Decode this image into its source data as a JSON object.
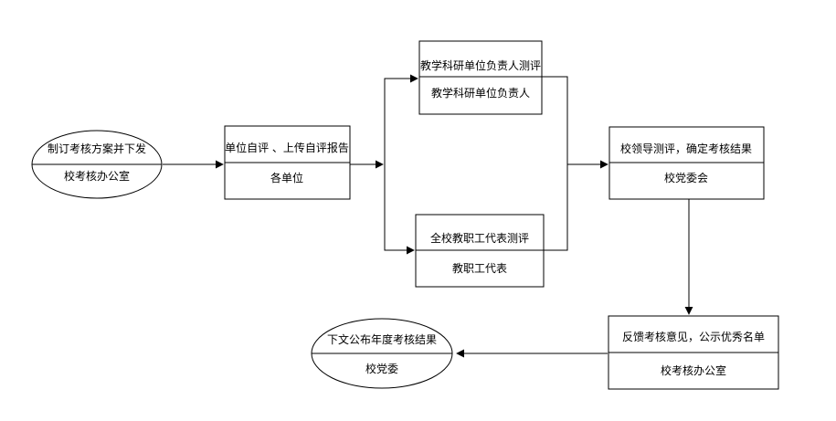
{
  "nodes": {
    "start": {
      "title": "制订考核方案并下发",
      "owner": "校考核办公室"
    },
    "self_eval": {
      "title": "单位自评 、上传自评报告",
      "owner": "各单位"
    },
    "teaching_eval": {
      "title": "教学科研单位负责人测评",
      "owner": "教学科研单位负责人"
    },
    "staff_eval": {
      "title": "全校教职工代表测评",
      "owner": "教职工代表"
    },
    "leader_eval": {
      "title": "校领导测评，确定考核结果",
      "owner": "校党委会"
    },
    "feedback": {
      "title": "反馈考核意见，公示优秀名单",
      "owner": "校考核办公室"
    },
    "end": {
      "title": "下文公布年度考核结果",
      "owner": "校党委"
    }
  },
  "colors": {
    "stroke": "#000000",
    "fill": "#ffffff"
  }
}
